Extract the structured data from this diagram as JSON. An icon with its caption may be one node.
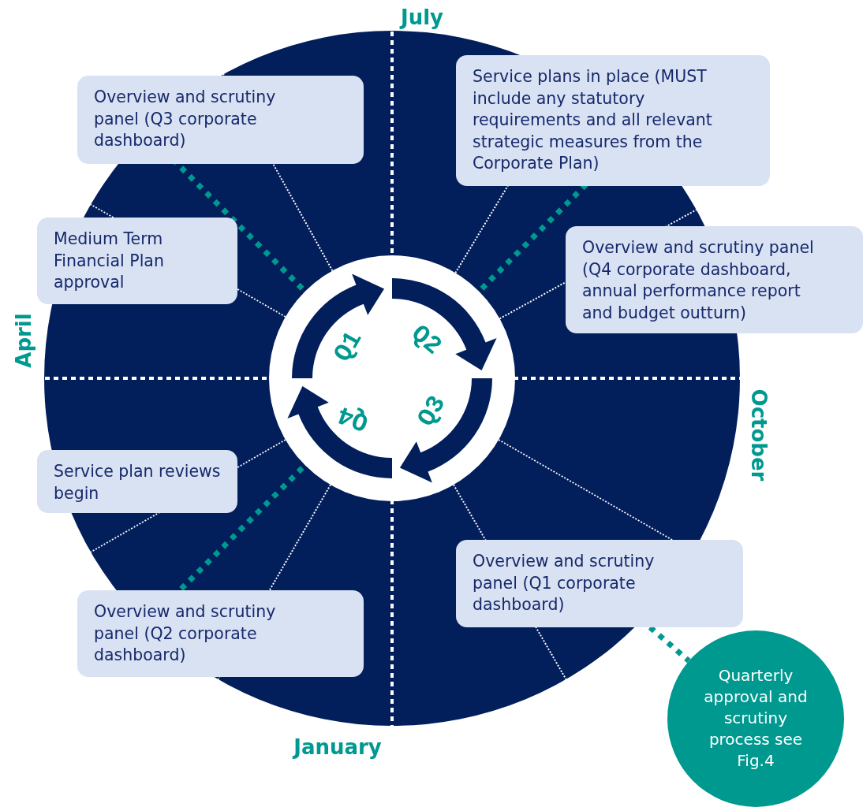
{
  "diagram": {
    "nodes": [
      {
        "text": [
          "Overview and scrutiny panel (Q3 corporate dashboard)"
        ]
      },
      {
        "text": [
          "Service plans in place (MUST include any statutory requirements and all relevant strategic measures from the Corporate Plan)"
        ]
      },
      {
        "text": [
          "Medium Term Financial Plan approval"
        ]
      },
      {
        "text": [
          "Overview and scrutiny panel (Q4 corporate dashboard, annual performance report and budget outturn)"
        ]
      },
      {
        "text": [
          "Service plan reviews begin"
        ]
      },
      {
        "text": [
          "Overview and scrutiny panel (Q2 corporate dashboard)"
        ]
      },
      {
        "text": [
          "Overview and scrutiny panel (Q1 corporate dashboard)"
        ]
      },
      {
        "text": [
          "Quarterly approval and scrutiny process see Fig.4"
        ]
      },
      {
        "text": [],
        "shape": "circle"
      }
    ],
    "edges": [
      {
        "from": 6,
        "to": 7,
        "arrow": "none",
        "style": "dashed",
        "color": "#00998f"
      }
    ],
    "labels": [
      "July",
      "April",
      "October",
      "January",
      "Q1",
      "Q2",
      "Q3",
      "Q4"
    ]
  }
}
